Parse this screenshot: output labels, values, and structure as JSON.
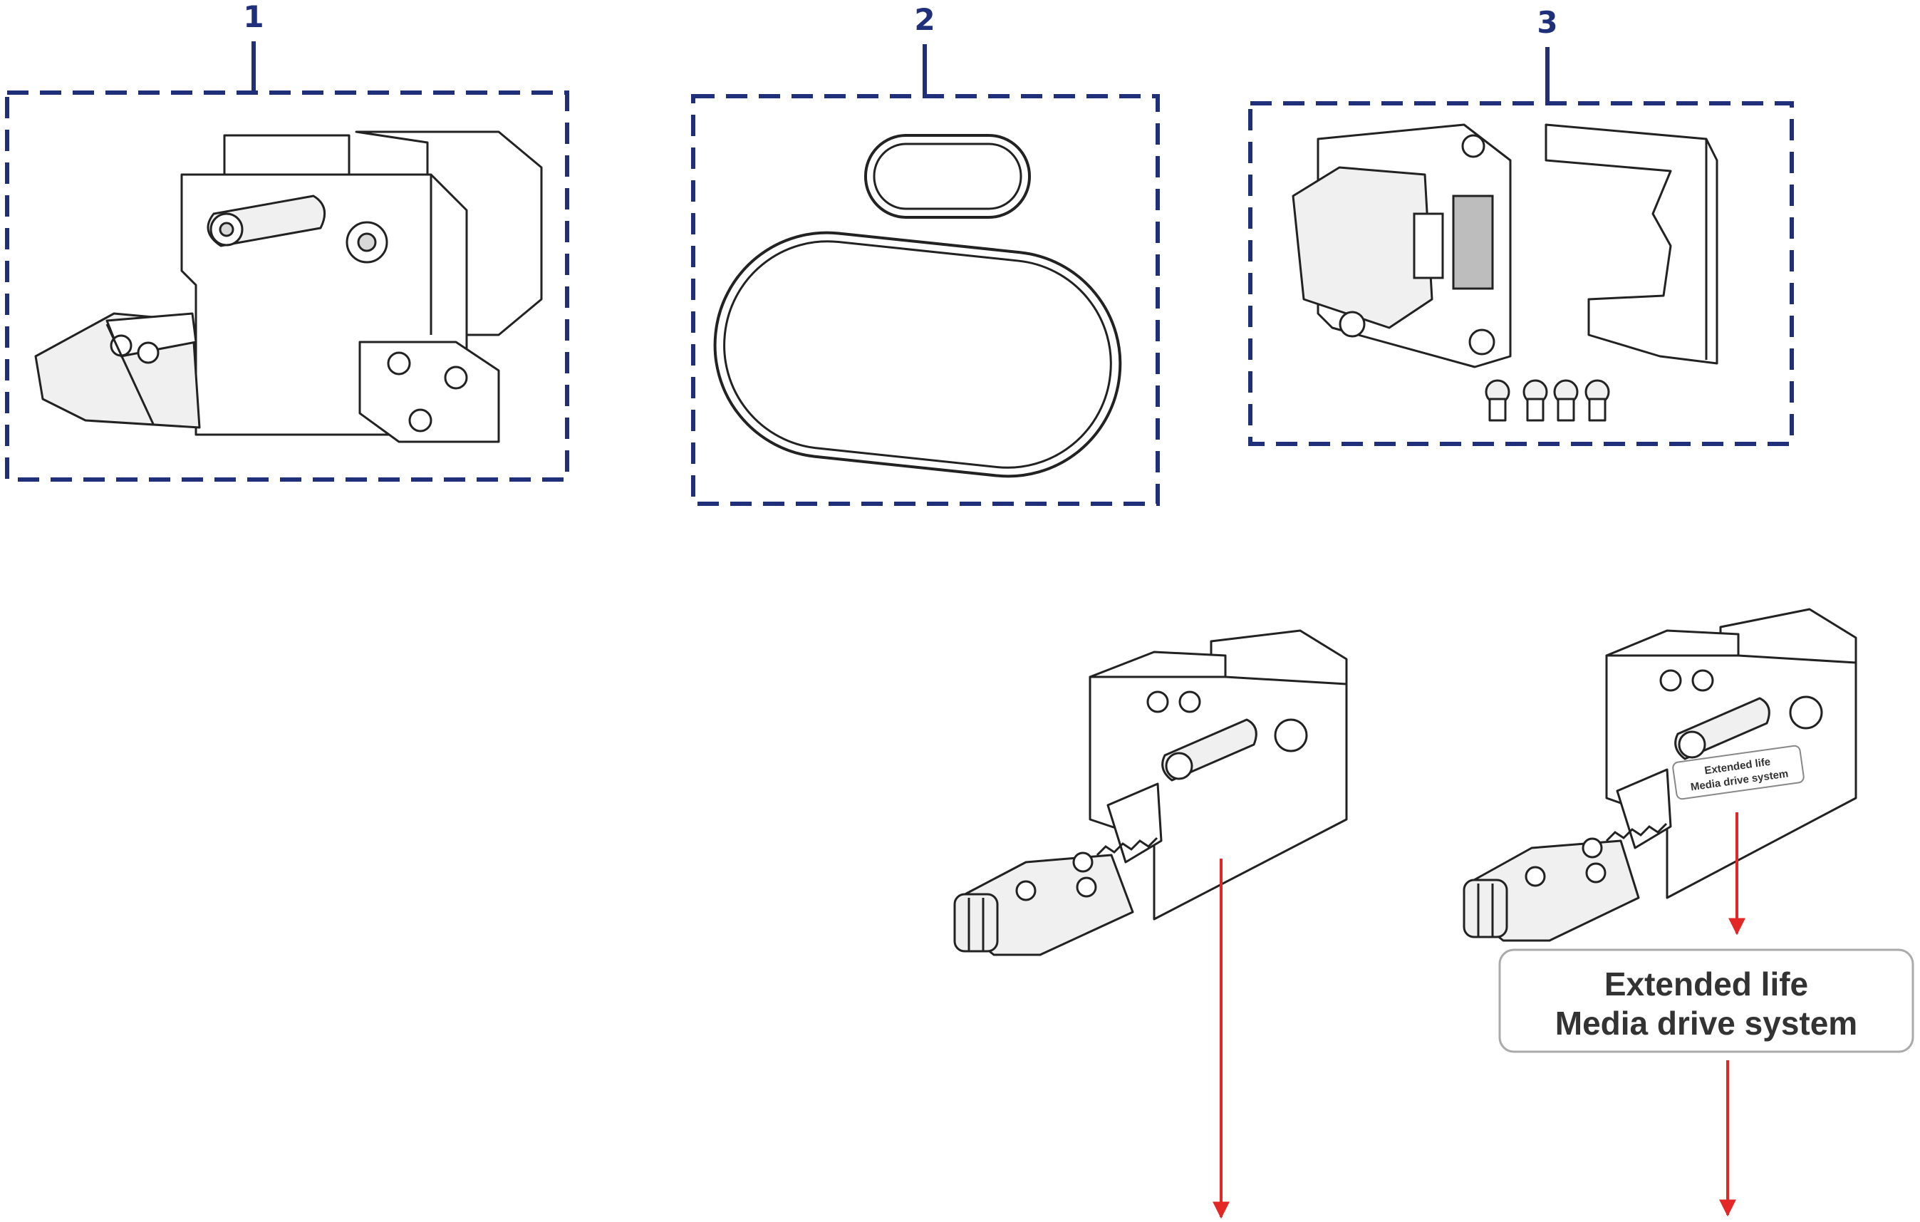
{
  "callouts": [
    {
      "number": "1"
    },
    {
      "number": "2"
    },
    {
      "number": "3"
    }
  ],
  "label": {
    "line1": "Extended life",
    "line2": "Media drive system"
  },
  "colors": {
    "frame": "#1f2f7a",
    "arrow": "#e32626",
    "label_border": "#aaaaaa"
  }
}
